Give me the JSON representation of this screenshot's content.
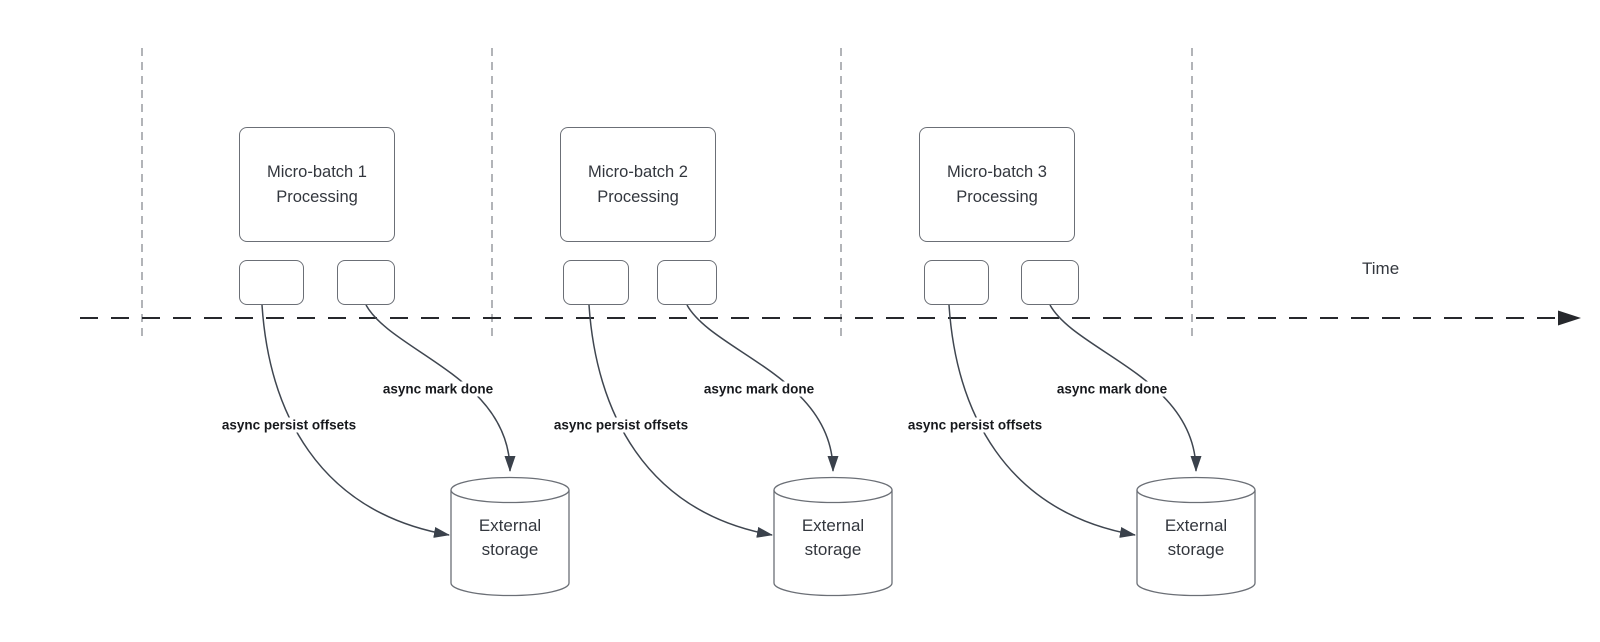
{
  "diagram": {
    "timeline_label": "Time",
    "batches": [
      {
        "title_line1": "Micro-batch 1",
        "title_line2": "Processing",
        "persist_label": "async persist offsets",
        "done_label": "async mark done",
        "storage_line1": "External",
        "storage_line2": "storage"
      },
      {
        "title_line1": "Micro-batch 2",
        "title_line2": "Processing",
        "persist_label": "async persist offsets",
        "done_label": "async mark done",
        "storage_line1": "External",
        "storage_line2": "storage"
      },
      {
        "title_line1": "Micro-batch 3",
        "title_line2": "Processing",
        "persist_label": "async persist offsets",
        "done_label": "async mark done",
        "storage_line1": "External",
        "storage_line2": "storage"
      }
    ],
    "colors": {
      "background": "#ffffff",
      "shape_stroke": "#6b6f76",
      "arrow_stroke": "#3f4650",
      "arrowhead_fill": "#3a414b",
      "timeline_stroke": "#26282c",
      "gridline_stroke": "#aaacb0",
      "shape_text": "#33373e",
      "edge_label_text": "#17191d"
    }
  }
}
